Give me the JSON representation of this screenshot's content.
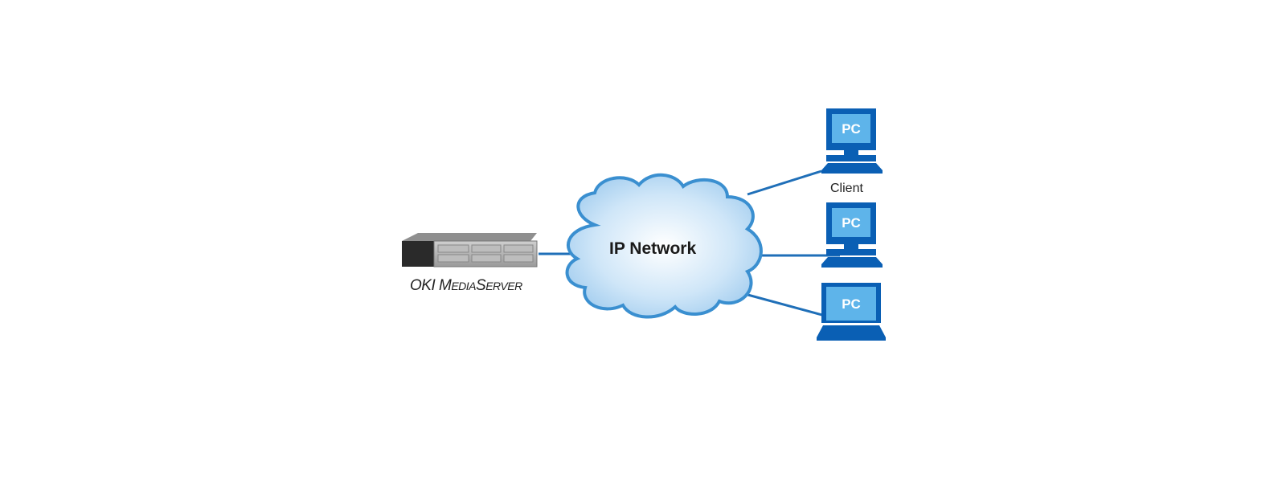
{
  "diagram": {
    "server": {
      "label_parts": [
        "OKI ",
        "M",
        "EDIA",
        "S",
        "ERVER"
      ],
      "name": "OKI MediaServer"
    },
    "network": {
      "label": "IP Network"
    },
    "clients": [
      {
        "type": "desktop",
        "screen_text": "PC",
        "label": "Client"
      },
      {
        "type": "desktop",
        "screen_text": "PC"
      },
      {
        "type": "laptop",
        "screen_text": "PC"
      }
    ],
    "colors": {
      "link": "#1f6fb8",
      "pc_dark": "#0a5fb4",
      "pc_screen": "#5eb4ea",
      "cloud_edge": "#3a8fd0",
      "cloud_fill": "#cfe6f8"
    }
  }
}
